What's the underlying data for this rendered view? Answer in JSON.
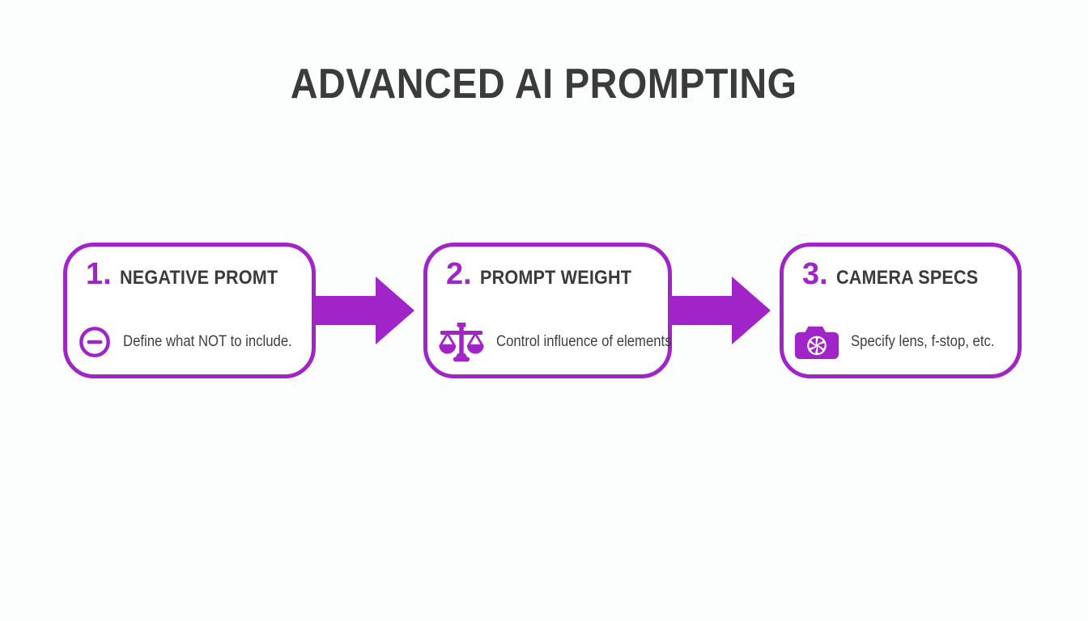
{
  "title": "ADVANCED AI PROMPTING",
  "colors": {
    "accent": "#A124C9",
    "heading_text": "#3B3B3B",
    "body_text": "#3F3F3F",
    "page_bg": "#FCFDFD",
    "card_bg": "#FFFFFF"
  },
  "steps": [
    {
      "number": "1.",
      "heading": "NEGATIVE PROMT",
      "description": "Define what NOT to include.",
      "icon": "minus-circle-icon"
    },
    {
      "number": "2.",
      "heading": "PROMPT WEIGHT",
      "description": "Control influence of elements",
      "icon": "balance-scale-icon"
    },
    {
      "number": "3.",
      "heading": "CAMERA SPECS",
      "description": "Specify lens, f-stop, etc.",
      "icon": "camera-icon"
    }
  ],
  "connectors": [
    {
      "icon": "arrow-right-icon"
    },
    {
      "icon": "arrow-right-icon"
    }
  ]
}
